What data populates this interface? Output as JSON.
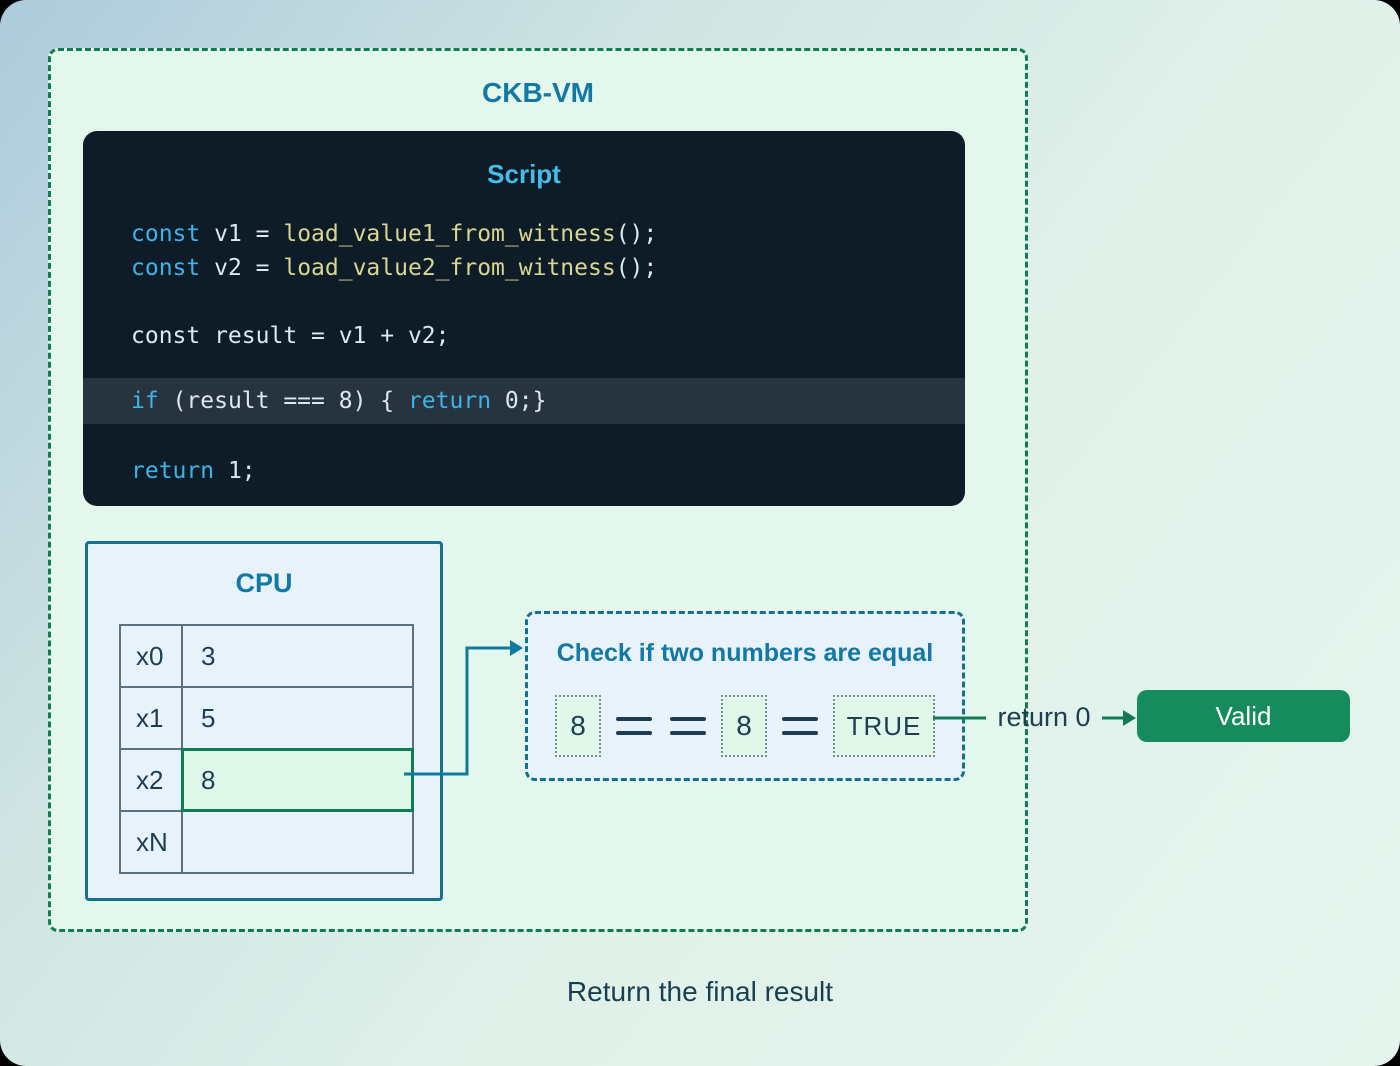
{
  "vm": {
    "title": "CKB-VM"
  },
  "script": {
    "title": "Script",
    "lines": [
      {
        "tokens": [
          {
            "type": "kw",
            "text": "const"
          },
          {
            "type": "pl",
            "text": " v1 = "
          },
          {
            "type": "fn",
            "text": "load_value1_from_witness"
          },
          {
            "type": "pl",
            "text": "();"
          }
        ]
      },
      {
        "tokens": [
          {
            "type": "kw",
            "text": "const"
          },
          {
            "type": "pl",
            "text": " v2 = "
          },
          {
            "type": "fn",
            "text": "load_value2_from_witness"
          },
          {
            "type": "pl",
            "text": "();"
          }
        ]
      },
      {
        "tokens": [
          {
            "type": "pl",
            "text": "const result = v1 + v2;"
          }
        ]
      },
      {
        "tokens": [
          {
            "type": "kw",
            "text": "if"
          },
          {
            "type": "pl",
            "text": " (result === 8) { "
          },
          {
            "type": "kw",
            "text": "return"
          },
          {
            "type": "pl",
            "text": " 0;}"
          }
        ]
      },
      {
        "tokens": [
          {
            "type": "kw",
            "text": "return"
          },
          {
            "type": "pl",
            "text": " 1;"
          }
        ]
      }
    ]
  },
  "cpu": {
    "title": "CPU",
    "registers": [
      {
        "name": "x0",
        "value": "3"
      },
      {
        "name": "x1",
        "value": "5"
      },
      {
        "name": "x2",
        "value": "8"
      },
      {
        "name": "xN",
        "value": ""
      }
    ]
  },
  "check": {
    "title": "Check if two numbers are equal",
    "operand1": "8",
    "operand2": "8",
    "result": "TRUE"
  },
  "flow": {
    "return_label": "return 0",
    "valid_label": "Valid"
  },
  "caption": "Return the final result",
  "colors": {
    "vm-border": "#0d7d55",
    "vm-bg": "#e3f7ed",
    "code-bg": "#0e1c27",
    "code-title": "#44bdea",
    "kw": "#3fb3e8",
    "fn": "#d9d592",
    "plain": "#dce8ef",
    "hl-band": "#27333e",
    "panel-blue-bg": "#e8f2fb",
    "panel-blue-border": "#16718f",
    "heading-teal": "#1179a3",
    "table-border": "#5c7282",
    "dark-text": "#1d3d52",
    "green-cell-bg": "#ddf8e9",
    "green-cell-border": "#0d7d52",
    "chip-bg": "#e0f7e9",
    "chip-border": "#7d8c96",
    "blue-line": "#107a9e",
    "green-line": "#117a55",
    "valid-bg": "#158b5e",
    "caption": "#173f4f"
  }
}
